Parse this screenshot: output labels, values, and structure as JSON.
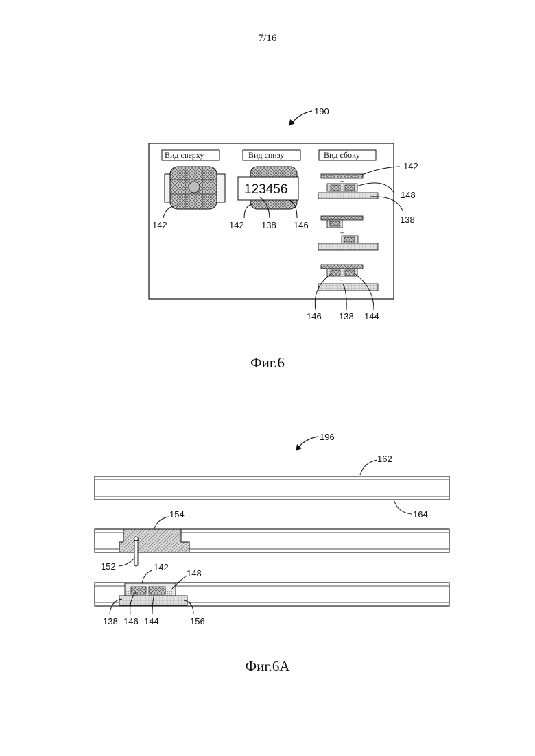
{
  "page_number": "7/16",
  "fig6": {
    "caption": "Фиг.6",
    "ref_main": "190",
    "views": {
      "top": "Вид сверху",
      "bottom": "Вид снизу",
      "side": "Вид сбоку"
    },
    "display_number": "123456",
    "labels": {
      "top_142": "142",
      "bottom_142": "142",
      "bottom_138": "138",
      "bottom_146": "146",
      "side_142": "142",
      "side_148": "148",
      "side_138": "138",
      "side_146": "146",
      "side_138b": "138",
      "side_144": "144"
    }
  },
  "fig6a": {
    "caption": "Фиг.6A",
    "ref_main": "196",
    "labels": {
      "l162": "162",
      "l164": "164",
      "l154": "154",
      "l152": "152",
      "l142": "142",
      "l148": "148",
      "l138": "138",
      "l146": "146",
      "l144": "144",
      "l156": "156"
    }
  }
}
